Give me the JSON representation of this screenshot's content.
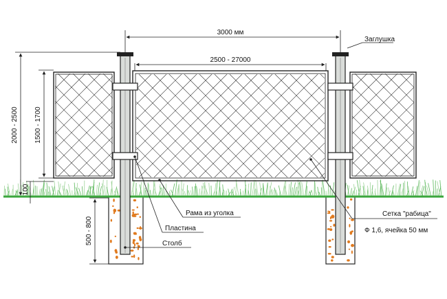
{
  "dimensions": {
    "span_total": "3000 мм",
    "span_panel": "2500 - 27000",
    "height_total": "2000 - 2500",
    "height_panel": "1500 - 1700",
    "gap_bottom": "100",
    "depth_post": "500 - 800"
  },
  "callouts": {
    "cap": "Заглушка",
    "frame": "Рама из уголка",
    "plate": "Пластина",
    "post": "Столб",
    "mesh_name": "Сетка \"рабица\"",
    "mesh_spec": "Ф 1,6, ячейка 50 мм"
  },
  "colors": {
    "ground": "#3aa63c",
    "grass": "#5cb85c",
    "gravel": "#e07a1e",
    "post_fill": "#d9dcd9",
    "line": "#222222"
  }
}
